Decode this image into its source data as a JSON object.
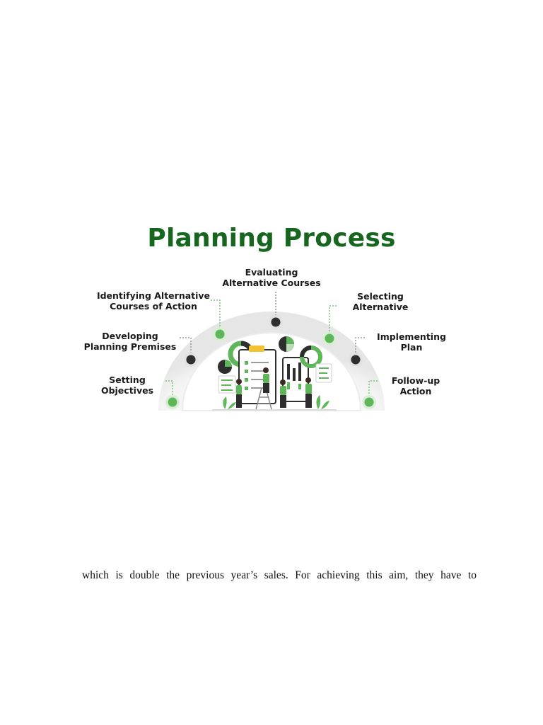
{
  "infographic": {
    "title": "Planning Process",
    "steps": {
      "setting": "Setting\nObjectives",
      "developing": "Developing\nPlanning Premises",
      "identifying": "Identifying Alternative\nCourses of Action",
      "evaluating": "Evaluating\nAlternative Courses",
      "selecting": "Selecting\nAlternative",
      "implementing": "Implementing\nPlan",
      "followup": "Follow-up\nAction"
    },
    "colors": {
      "title": "#17661f",
      "accent_green": "#5fb55a",
      "dark_dot": "#2e2e2e"
    }
  },
  "document": {
    "body_line": "which is double the previous year’s sales. For achieving this aim, they have to"
  }
}
